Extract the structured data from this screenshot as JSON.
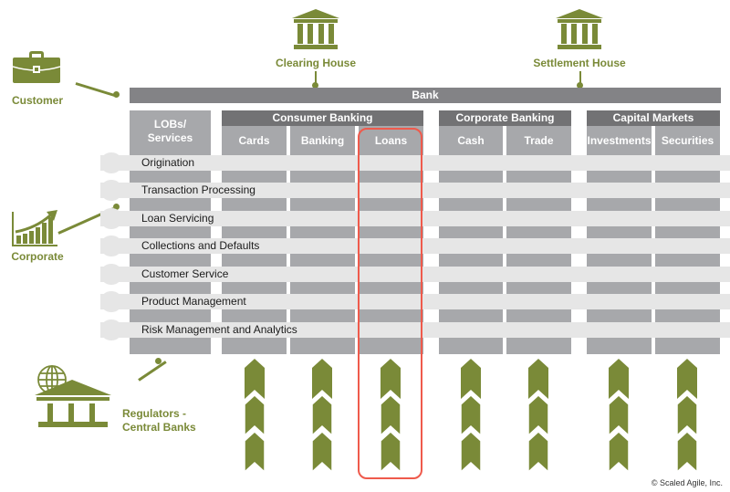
{
  "diagram": {
    "bank_label": "Bank",
    "lobs_label_line1": "LOBs/",
    "lobs_label_line2": "Services",
    "groups": [
      {
        "name": "Consumer Banking",
        "columns": [
          "Cards",
          "Banking",
          "Loans"
        ]
      },
      {
        "name": "Corporate Banking",
        "columns": [
          "Cash",
          "Trade"
        ]
      },
      {
        "name": "Capital Markets",
        "columns": [
          "Investments",
          "Securities"
        ]
      }
    ],
    "services": [
      "Origination",
      "Transaction Processing",
      "Loan Servicing",
      "Collections and Defaults",
      "Customer Service",
      "Product Management",
      "Risk Management and Analytics"
    ],
    "highlighted_column": "Loans",
    "actors": {
      "customer": "Customer",
      "corporate": "Corporate",
      "regulators_line1": "Regulators -",
      "regulators_line2": "Central Banks",
      "clearing_house": "Clearing House",
      "settlement_house": "Settlement House"
    },
    "copyright": "© Scaled Agile, Inc."
  },
  "colors": {
    "accent_green": "#7a8a38",
    "highlight_red": "#ef5a4c",
    "bank_bar": "#838386",
    "group_header": "#727274",
    "column": "#a7a8ab",
    "band": "#e6e6e6"
  }
}
